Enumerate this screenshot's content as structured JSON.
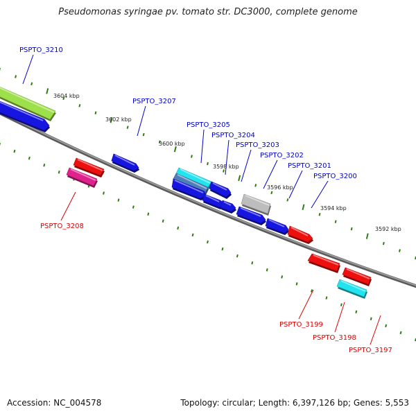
{
  "title": "Pseudomonas syringae pv. tomato str. DC3000, complete genome",
  "footer": {
    "accession": "Accession: NC_004578",
    "summary": "Topology: circular; Length: 6,397,126 bp; Genes: 5,553"
  },
  "colors": {
    "forward_label": "#0000cc",
    "reverse_label": "#dd0000",
    "backbone": "#777777",
    "tick": "#2e7d12",
    "blue": "#1616e0",
    "red": "#ee0f0f",
    "cyan": "#22e4ee",
    "magenta": "#e0228c",
    "green": "#9ee04a",
    "gray": "#bdbdbd",
    "steel": "#4f7fb8"
  },
  "scale_ticks": [
    "3604 kbp",
    "3602 kbp",
    "3600 kbp",
    "3598 kbp",
    "3596 kbp",
    "3594 kbp",
    "3592 kbp"
  ],
  "gene_labels": [
    {
      "text": "PSPTO_3210",
      "strand": "forward"
    },
    {
      "text": "PSPTO_3207",
      "strand": "forward"
    },
    {
      "text": "PSPTO_3205",
      "strand": "forward"
    },
    {
      "text": "PSPTO_3204",
      "strand": "forward"
    },
    {
      "text": "PSPTO_3203",
      "strand": "forward"
    },
    {
      "text": "PSPTO_3202",
      "strand": "forward"
    },
    {
      "text": "PSPTO_3201",
      "strand": "forward"
    },
    {
      "text": "PSPTO_3200",
      "strand": "forward"
    },
    {
      "text": "PSPTO_3208",
      "strand": "reverse"
    },
    {
      "text": "PSPTO_3199",
      "strand": "reverse"
    },
    {
      "text": "PSPTO_3198",
      "strand": "reverse"
    },
    {
      "text": "PSPTO_3197",
      "strand": "reverse"
    }
  ],
  "gene_blocks": [
    {
      "name": "gene-block-green",
      "color": "green"
    },
    {
      "name": "gene-block-blue",
      "color": "blue"
    },
    {
      "name": "gene-block-blue",
      "color": "blue"
    },
    {
      "name": "gene-block-red",
      "color": "red"
    },
    {
      "name": "gene-block-magenta",
      "color": "magenta"
    },
    {
      "name": "gene-block-cyan",
      "color": "cyan"
    },
    {
      "name": "gene-block-steel",
      "color": "steel"
    },
    {
      "name": "gene-block-blue",
      "color": "blue"
    },
    {
      "name": "gene-block-blue",
      "color": "blue"
    },
    {
      "name": "gene-block-blue",
      "color": "blue"
    },
    {
      "name": "gene-block-blue",
      "color": "blue"
    },
    {
      "name": "gene-block-gray",
      "color": "gray"
    },
    {
      "name": "gene-block-blue",
      "color": "blue"
    },
    {
      "name": "gene-block-blue",
      "color": "blue"
    },
    {
      "name": "gene-block-blue",
      "color": "blue"
    },
    {
      "name": "gene-block-red",
      "color": "red"
    },
    {
      "name": "gene-block-red",
      "color": "red"
    },
    {
      "name": "gene-block-red",
      "color": "red"
    },
    {
      "name": "gene-block-cyan",
      "color": "cyan"
    }
  ]
}
